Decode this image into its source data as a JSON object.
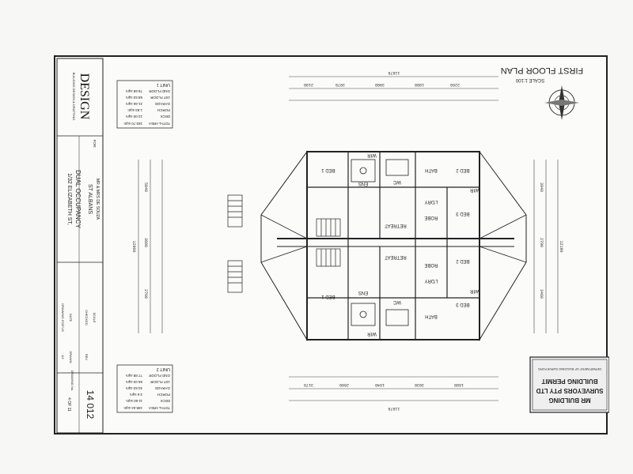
{
  "drawing": {
    "sheet_title": "FIRST FLOOR PLAN",
    "scale": "SCALE 1:100",
    "company": "DESIGN",
    "company_tagline": "BUILDING DESIGN & DRAFTING",
    "project_type": "DUAL OCCUPANCY",
    "address": "1/32 ELIZABETH ST,",
    "suburb": "ST ALBANS",
    "client_label": "FOR:",
    "client": "MR & MRS DE SOUZA",
    "job_number": "14 012",
    "sheet_number": "4 OF 11",
    "drawing_no_label": "DRAWING No."
  },
  "rooms": {
    "unit_a": [
      "BED 1",
      "BED 2",
      "BED 3",
      "RETREAT",
      "ENS",
      "WC",
      "BATH",
      "WIR",
      "WIR",
      "L'DRY",
      "ROBE"
    ],
    "unit_b": [
      "BED 1",
      "BED 2",
      "BED 3",
      "RETREAT",
      "ENS",
      "WC",
      "BATH",
      "WIR",
      "WIR",
      "L'DRY",
      "ROBE"
    ]
  },
  "area_schedules": {
    "unit1": {
      "title": "UNIT 1",
      "rows": [
        {
          "label": "GND FLOOR",
          "value": "79.68 sqm"
        },
        {
          "label": "1ST FLOOR",
          "value": "68.53 sqm"
        },
        {
          "label": "GARAGE",
          "value": "21.66 sqm"
        },
        {
          "label": "PORCH",
          "value": "1.83 sqm"
        },
        {
          "label": "DECK",
          "value": "12.00 sqm"
        },
        {
          "label": "TOTAL AREA",
          "value": "183.70 sqm"
        }
      ]
    },
    "unit2": {
      "title": "UNIT 2",
      "rows": [
        {
          "label": "GND FLOOR",
          "value": "77.88 sqm"
        },
        {
          "label": "1ST FLOOR",
          "value": "65.03 sqm"
        },
        {
          "label": "GARAGE",
          "value": "40.53 sqm"
        },
        {
          "label": "PORCH",
          "value": "3.6 sqm"
        },
        {
          "label": "DECK",
          "value": "11.60 sqm"
        },
        {
          "label": "TOTAL AREA",
          "value": "198.64 sqm"
        }
      ]
    }
  },
  "stamp": {
    "line1": "BUILDING PERMIT",
    "line2": "SURVEYORS PTY LTD",
    "line3": "MR BUILDING",
    "note": "DEPARTMENT OF BUILDING SURVEYORS"
  },
  "title_block": {
    "rows": [
      "DRAWING STATUS",
      "DATE",
      "CHECKED",
      "SCALE",
      "A3",
      "DRAWN",
      "REV"
    ]
  },
  "dimensions": {
    "top": [
      "2190",
      "3970",
      "3980",
      "1800",
      "2260",
      "11870"
    ],
    "bottom": [
      "3170",
      "2600",
      "1640",
      "3030",
      "1680",
      "11870"
    ],
    "left": [
      "5840",
      "3600",
      "2700",
      "12900"
    ],
    "right": [
      "3940",
      "2790",
      "3460",
      "12190"
    ]
  }
}
